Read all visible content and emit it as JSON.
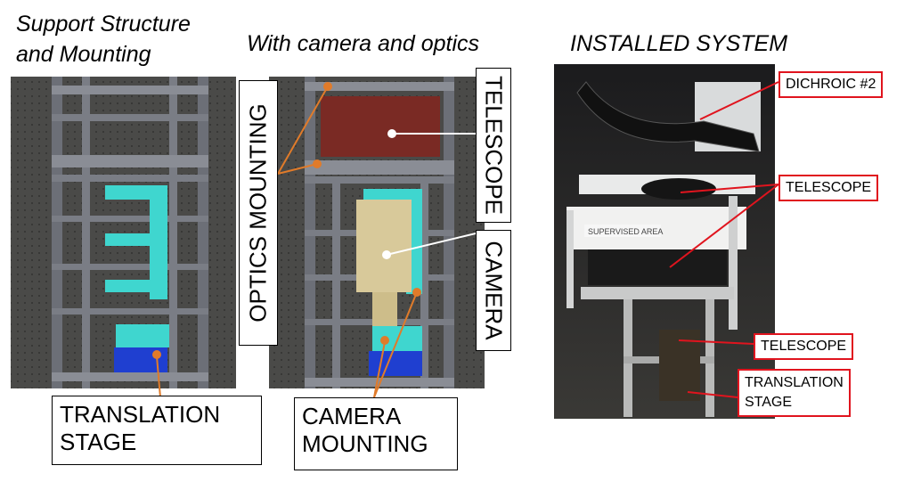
{
  "headings": {
    "support_line1": "Support Structure",
    "support_line2": "and Mounting",
    "camera_optics": "With camera and optics",
    "installed": "INSTALLED SYSTEM"
  },
  "labels": {
    "translation_stage_line1": "TRANSLATION",
    "translation_stage_line2": "STAGE",
    "optics_mounting": "OPTICS MOUNTING",
    "telescope": "TELESCOPE",
    "camera": "CAMERA",
    "camera_mounting_line1": "CAMERA",
    "camera_mounting_line2": "MOUNTING"
  },
  "photo_labels": {
    "dichroic": "DICHROIC #2",
    "telescope_upper": "TELESCOPE",
    "telescope_lower": "TELESCOPE",
    "translation_line1": "TRANSLATION",
    "translation_line2": "STAGE"
  },
  "colors": {
    "callout_orange": "#e07b2a",
    "callout_red": "#e0141e",
    "frame_gray": "#6c6f77",
    "background_dark": "#4a4a48",
    "cyan_mount": "#3fd6cf",
    "blue_stage": "#1f3fd0",
    "telescope_brown": "#7a2a24",
    "camera_tan": "#d8c99a"
  }
}
